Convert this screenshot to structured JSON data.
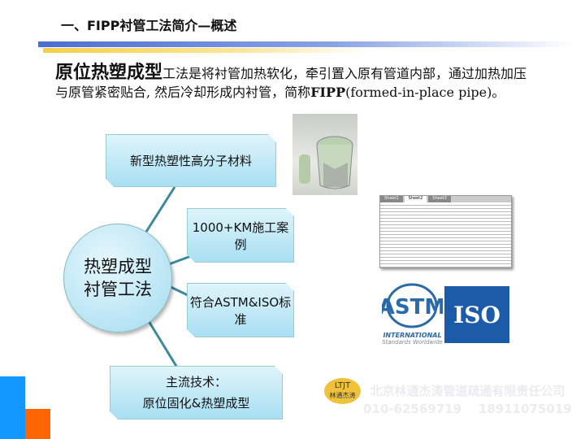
{
  "title": "一、FIPP衬管工法简介—概述",
  "intro": {
    "lead": "原位热塑成型",
    "text1": "工法是将衬管加热软化，牵引置入原有管道内部，通过加热加压与原管紧密贴合, 然后冷却形成内衬管，简称",
    "abbr": "FIPP",
    "text2": "(formed-in-place pipe)。"
  },
  "diagram": {
    "center_line1": "热塑成型",
    "center_line2": "衬管工法",
    "boxes": [
      "新型热塑性高分子材料",
      "1000+KM施工案例",
      "符合ASTM&ISO标准"
    ],
    "bottom_line1": "主流技术：",
    "bottom_line2": "原位固化&热塑成型"
  },
  "sheet": {
    "tabs": [
      "Sheet1",
      "Sheet2",
      "Sheet3"
    ]
  },
  "astm": {
    "name": "INTERNATIONAL",
    "tagline": "Standards Worldwide"
  },
  "iso": {
    "label": "ISO"
  },
  "logo": {
    "abbr": "LTJT",
    "name": "林通杰涛"
  },
  "watermark": {
    "company": "北京林通杰涛管道疏通有限责任公司",
    "phones": "010-62569719    18911075019"
  },
  "colors": {
    "blue": "#1496ff",
    "orange": "#ff6600"
  }
}
